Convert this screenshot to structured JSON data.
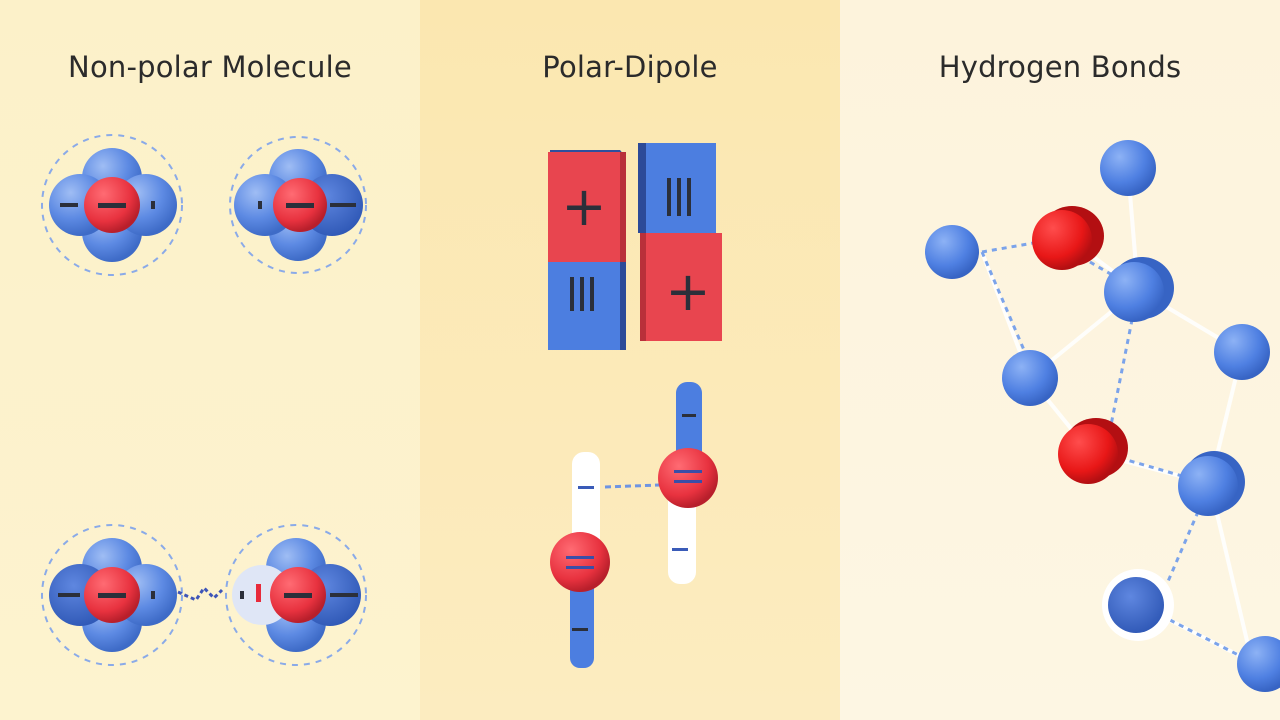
{
  "panels": {
    "nonpolar": {
      "title": "Non-polar Molecule"
    },
    "polar": {
      "title": "Polar-Dipole"
    },
    "hbond": {
      "title": "Hydrogen Bonds"
    }
  },
  "symbols": {
    "plus": "+",
    "minus": "−"
  },
  "colors": {
    "blue": "#4f7fe0",
    "red": "#ea3d48",
    "dash": "#7ba3ea",
    "text": "#2b2b2b"
  }
}
